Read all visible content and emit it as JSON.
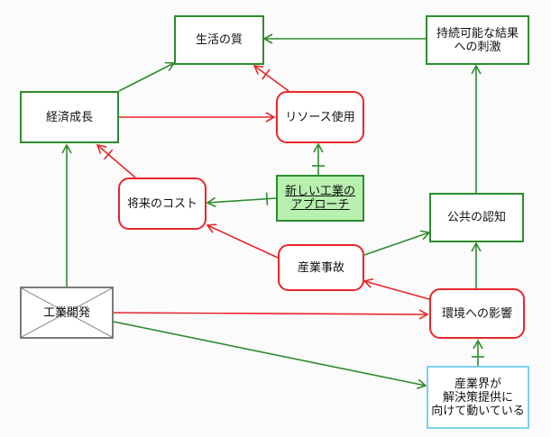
{
  "colors": {
    "green": "#2e8b2e",
    "red": "#e8262a",
    "gray": "#7a7a7a",
    "light_green_fill": "#b8f0b0",
    "light_blue": "#7fd0ee"
  },
  "nodes": {
    "quality_of_life": "生活の質",
    "sustainable_stimulus": "持続可能な結果\nへの刺激",
    "economic_growth": "経済成長",
    "resource_use": "リソース使用",
    "future_cost": "将来のコスト",
    "new_industry_approach": "新しい工業の\nアプローチ",
    "public_awareness": "公共の認知",
    "industrial_accidents": "産業事故",
    "industrial_development": "工業開発",
    "environmental_impact": "環境への影響",
    "industry_working": "産業界が\n解決策提供に\n向けて動いている"
  },
  "edges": [
    {
      "from": "economic_growth",
      "to": "quality_of_life",
      "type": "positive"
    },
    {
      "from": "sustainable_stimulus",
      "to": "quality_of_life",
      "type": "positive"
    },
    {
      "from": "resource_use",
      "to": "quality_of_life",
      "type": "negative"
    },
    {
      "from": "economic_growth",
      "to": "resource_use",
      "type": "negative"
    },
    {
      "from": "public_awareness",
      "to": "sustainable_stimulus",
      "type": "positive"
    },
    {
      "from": "new_industry_approach",
      "to": "resource_use",
      "type": "inhibit"
    },
    {
      "from": "new_industry_approach",
      "to": "future_cost",
      "type": "inhibit"
    },
    {
      "from": "future_cost",
      "to": "economic_growth",
      "type": "negative"
    },
    {
      "from": "industrial_accidents",
      "to": "future_cost",
      "type": "negative"
    },
    {
      "from": "industrial_accidents",
      "to": "public_awareness",
      "type": "positive"
    },
    {
      "from": "environmental_impact",
      "to": "public_awareness",
      "type": "positive"
    },
    {
      "from": "environmental_impact",
      "to": "industrial_accidents",
      "type": "negative"
    },
    {
      "from": "industrial_development",
      "to": "economic_growth",
      "type": "positive"
    },
    {
      "from": "industrial_development",
      "to": "environmental_impact",
      "type": "negative"
    },
    {
      "from": "industrial_development",
      "to": "industry_working",
      "type": "positive"
    },
    {
      "from": "industry_working",
      "to": "environmental_impact",
      "type": "inhibit"
    }
  ]
}
